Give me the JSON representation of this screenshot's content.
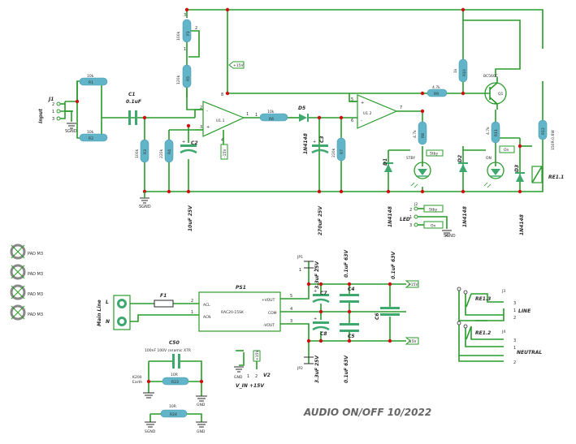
{
  "title": "AUDIO ON/OFF 10/2022",
  "connectors": {
    "input": {
      "ref": "J1",
      "name": "Input",
      "pins": [
        "1",
        "2",
        "3"
      ],
      "gnd": "SGND"
    },
    "main_line": {
      "name": "Main Line",
      "pins": [
        "L",
        "N"
      ]
    },
    "j2": {
      "ref": "J2",
      "pins": [
        "2",
        "1",
        "3"
      ],
      "labels": [
        "Stby",
        "LED",
        "On"
      ],
      "gnd": "SGND"
    },
    "j3": {
      "ref": "J3",
      "pins": [
        "3",
        "1",
        "2"
      ],
      "label": "LINE"
    },
    "j4": {
      "ref": "J4",
      "pins": [
        "3",
        "1",
        "2"
      ],
      "label": "NEUTRAL"
    },
    "v2": {
      "ref": "V2",
      "label": "V_IN +15V",
      "pins": [
        "1",
        "2"
      ],
      "gnd": "GND",
      "net": "+15V"
    }
  },
  "resistors": {
    "r1": {
      "ref": "R1",
      "value": "10k"
    },
    "r2": {
      "ref": "R2",
      "value": "10k"
    },
    "r3": {
      "ref": "R3",
      "value": "100k"
    },
    "r4": {
      "ref": "R4",
      "value": "220k"
    },
    "r5": {
      "ref": "R5",
      "value": "120k"
    },
    "r6": {
      "ref": "R6",
      "value": "10k"
    },
    "r7": {
      "ref": "R7",
      "value": "220k"
    },
    "r8": {
      "ref": "R8",
      "value": "4.7k"
    },
    "r9": {
      "ref": "R9",
      "value": "4.7k"
    },
    "r10": {
      "ref": "R10",
      "value": "1k"
    },
    "r11": {
      "ref": "R11",
      "value": "4.7k"
    },
    "r12": {
      "ref": "R12",
      "value": "150R-0.6W"
    },
    "r23": {
      "ref": "R23",
      "value": "10R"
    },
    "r24": {
      "ref": "R24",
      "value": "10R"
    },
    "p1": {
      "ref": "P1",
      "value": "100k"
    }
  },
  "capacitors": {
    "c1": {
      "ref": "C1",
      "value": "0.1uF"
    },
    "c2": {
      "ref": "C2",
      "value": "10uF 25V"
    },
    "c3": {
      "ref": "C3",
      "value": "270uF 25V"
    },
    "c4": {
      "ref": "C4",
      "value": "0.1uF 63V"
    },
    "c5": {
      "ref": "C5",
      "value": "0.1uF 63V"
    },
    "c6": {
      "ref": "C6",
      "value": "0.1uF 63V"
    },
    "c7": {
      "ref": "C7",
      "value": "3.3uF 25V"
    },
    "c8": {
      "ref": "C8",
      "value": "3.3uF 25V"
    },
    "c50": {
      "ref": "C50",
      "value": "100nF 100V ceramic X7R"
    }
  },
  "semis": {
    "d1": {
      "ref": "D1",
      "value": "1N4148"
    },
    "d2": {
      "ref": "D2",
      "value": "1N4148"
    },
    "d3": {
      "ref": "D3",
      "value": "1N4148"
    },
    "d5": {
      "ref": "D5",
      "value": "1N4148"
    },
    "q1": {
      "ref": "Q1",
      "value": "BC560C"
    },
    "u1_1": {
      "ref": "U1.1"
    },
    "u1_2": {
      "ref": "U1.2"
    },
    "led_stby": {
      "ref": "STBY",
      "tag": "Stby"
    },
    "led_on": {
      "ref": "ON",
      "tag": "On"
    }
  },
  "misc": {
    "f1": {
      "ref": "F1"
    },
    "ps1": {
      "ref": "PS1",
      "value": "RAC20-15SK",
      "pins": [
        "ACL",
        "ACN",
        "+VOUT",
        "COM",
        "-VOUT"
      ]
    },
    "re1_1": {
      "ref": "RE1.1"
    },
    "re1_2": {
      "ref": "RE1.2"
    },
    "re1_3": {
      "ref": "RE1.3"
    },
    "k200": {
      "ref": "K200",
      "label": "Earth"
    },
    "jp1": {
      "ref": "JP1"
    },
    "jp2": {
      "ref": "JP2"
    },
    "pads": [
      "PAD M3",
      "PAD M3",
      "PAD M3",
      "PAD M3"
    ]
  },
  "nets": {
    "pos": "+15V",
    "neg": "-15V",
    "gnd": "GND",
    "sgnd": "SGND"
  }
}
